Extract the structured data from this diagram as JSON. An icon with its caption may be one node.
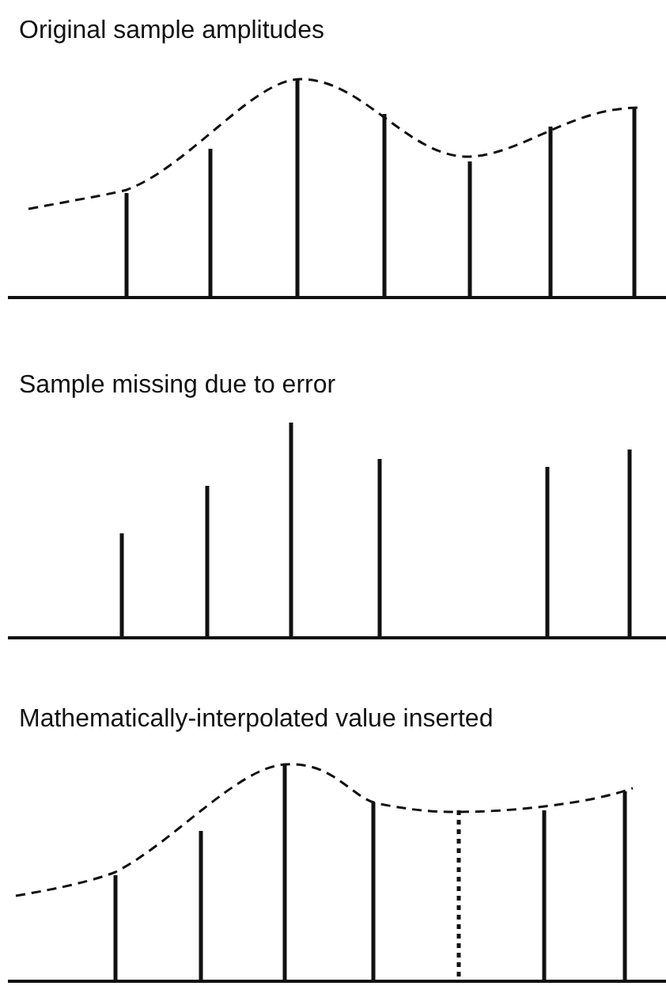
{
  "diagram": {
    "labels": [
      "Original sample amplitudes",
      "Sample missing due to error",
      "Mathematically-interpolated value inserted"
    ]
  }
}
